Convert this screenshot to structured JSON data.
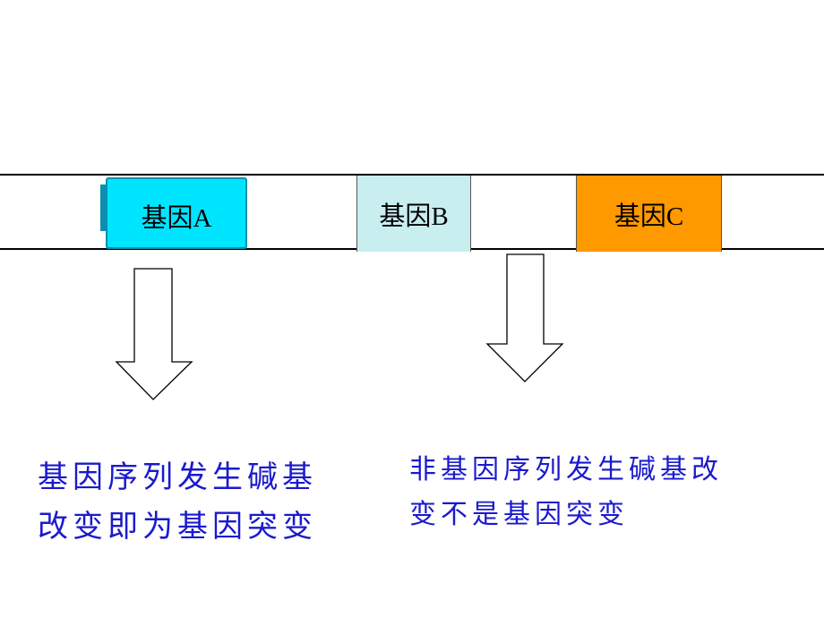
{
  "genes": [
    {
      "label": "基因A",
      "color": "#00e5ff"
    },
    {
      "label": "基因B",
      "color": "#c8eef0"
    },
    {
      "label": "基因C",
      "color": "#ff9900"
    }
  ],
  "captions": {
    "left": "基因序列发生碱基改变即为基因突变",
    "right": "非基因序列发生碱基改变不是基因突变"
  },
  "colors": {
    "caption_text": "#1a1acc",
    "strand_border": "#000000",
    "arrow_stroke": "#000000"
  }
}
